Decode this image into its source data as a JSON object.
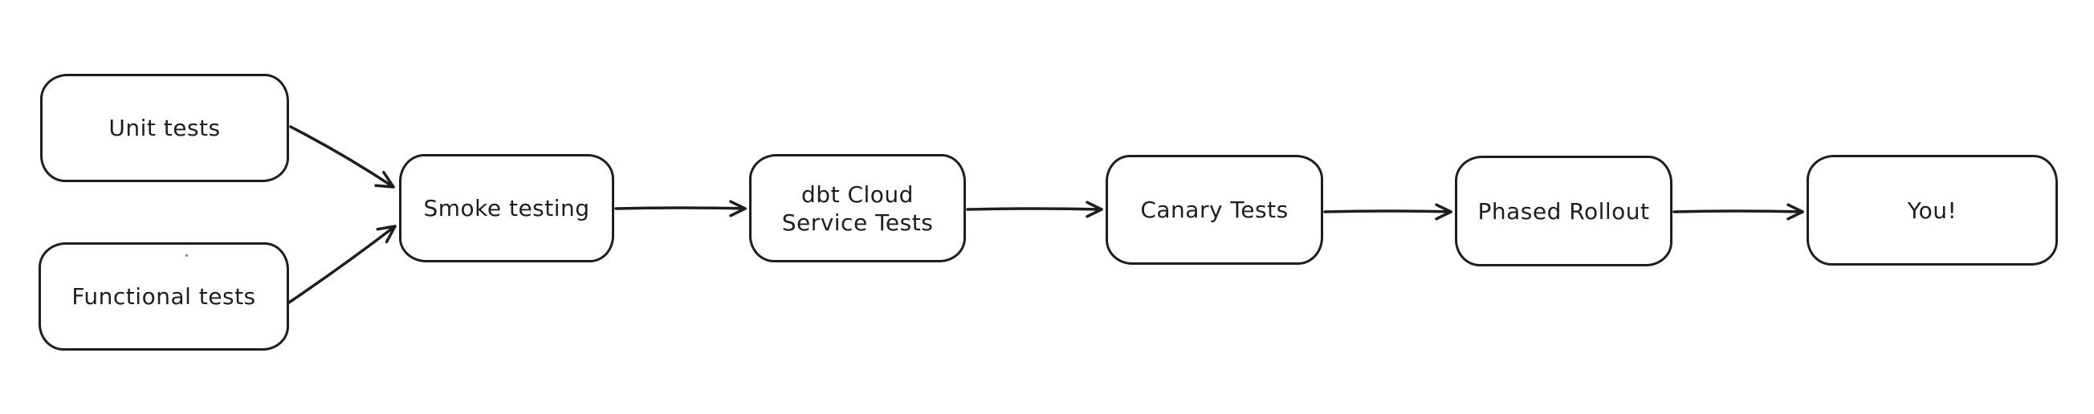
{
  "diagram": {
    "type": "flowchart",
    "style": "hand-drawn-excalidraw",
    "background_color": "#ffffff",
    "stroke_color": "#1e1e1e",
    "text_color": "#1e1e1e",
    "node_fill_color": "#ffffff",
    "nodes": [
      {
        "id": "unit-tests",
        "label": "Unit tests"
      },
      {
        "id": "functional-tests",
        "label": "Functional tests"
      },
      {
        "id": "smoke-testing",
        "label": "Smoke testing"
      },
      {
        "id": "dbt-cloud-service-tests",
        "label": "dbt Cloud Service Tests",
        "label_lines": {
          "0": "dbt Cloud",
          "1": "Service Tests"
        }
      },
      {
        "id": "canary-tests",
        "label": "Canary Tests"
      },
      {
        "id": "phased-rollout",
        "label": "Phased Rollout"
      },
      {
        "id": "you",
        "label": "You!"
      }
    ],
    "edges": [
      {
        "from": "unit-tests",
        "to": "smoke-testing"
      },
      {
        "from": "functional-tests",
        "to": "smoke-testing"
      },
      {
        "from": "smoke-testing",
        "to": "dbt-cloud-service-tests"
      },
      {
        "from": "dbt-cloud-service-tests",
        "to": "canary-tests"
      },
      {
        "from": "canary-tests",
        "to": "phased-rollout"
      },
      {
        "from": "phased-rollout",
        "to": "you"
      }
    ]
  }
}
